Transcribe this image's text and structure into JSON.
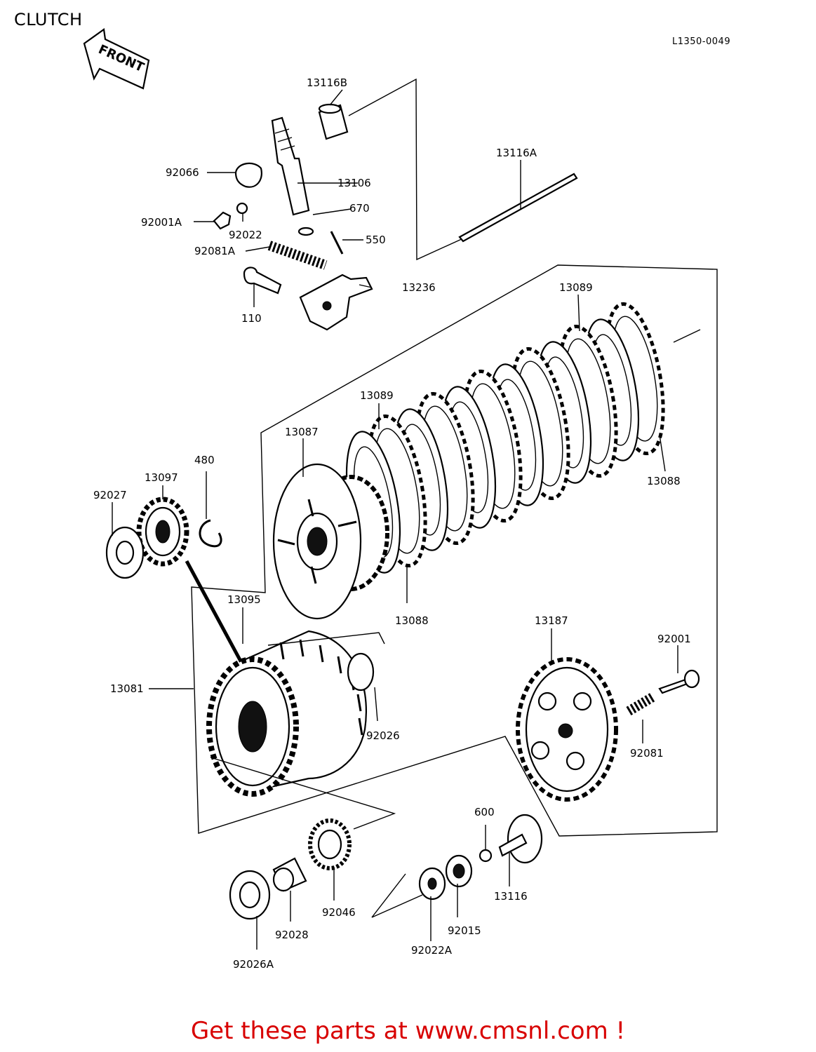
{
  "page": {
    "title": "CLUTCH",
    "diagram_code": "L1350-0049",
    "front_arrow_label": "FRONT",
    "promo_text": "Get these parts at www.cmsnl.com !"
  },
  "parts": [
    {
      "id": "13116B",
      "label": "13116B"
    },
    {
      "id": "13116A",
      "label": "13116A"
    },
    {
      "id": "92066",
      "label": "92066"
    },
    {
      "id": "13106",
      "label": "13106"
    },
    {
      "id": "670",
      "label": "670"
    },
    {
      "id": "92001A",
      "label": "92001A"
    },
    {
      "id": "92022",
      "label": "92022"
    },
    {
      "id": "550",
      "label": "550"
    },
    {
      "id": "92081A",
      "label": "92081A"
    },
    {
      "id": "13236",
      "label": "13236"
    },
    {
      "id": "110",
      "label": "110"
    },
    {
      "id": "13089-a",
      "label": "13089"
    },
    {
      "id": "13089-b",
      "label": "13089"
    },
    {
      "id": "13087",
      "label": "13087"
    },
    {
      "id": "13088-a",
      "label": "13088"
    },
    {
      "id": "13088-b",
      "label": "13088"
    },
    {
      "id": "480",
      "label": "480"
    },
    {
      "id": "13097",
      "label": "13097"
    },
    {
      "id": "92027",
      "label": "92027"
    },
    {
      "id": "13095",
      "label": "13095"
    },
    {
      "id": "13187",
      "label": "13187"
    },
    {
      "id": "92001",
      "label": "92001"
    },
    {
      "id": "13081",
      "label": "13081"
    },
    {
      "id": "92026",
      "label": "92026"
    },
    {
      "id": "92081",
      "label": "92081"
    },
    {
      "id": "600",
      "label": "600"
    },
    {
      "id": "13116",
      "label": "13116"
    },
    {
      "id": "92046",
      "label": "92046"
    },
    {
      "id": "92015",
      "label": "92015"
    },
    {
      "id": "92028",
      "label": "92028"
    },
    {
      "id": "92022A",
      "label": "92022A"
    },
    {
      "id": "92026A",
      "label": "92026A"
    }
  ]
}
